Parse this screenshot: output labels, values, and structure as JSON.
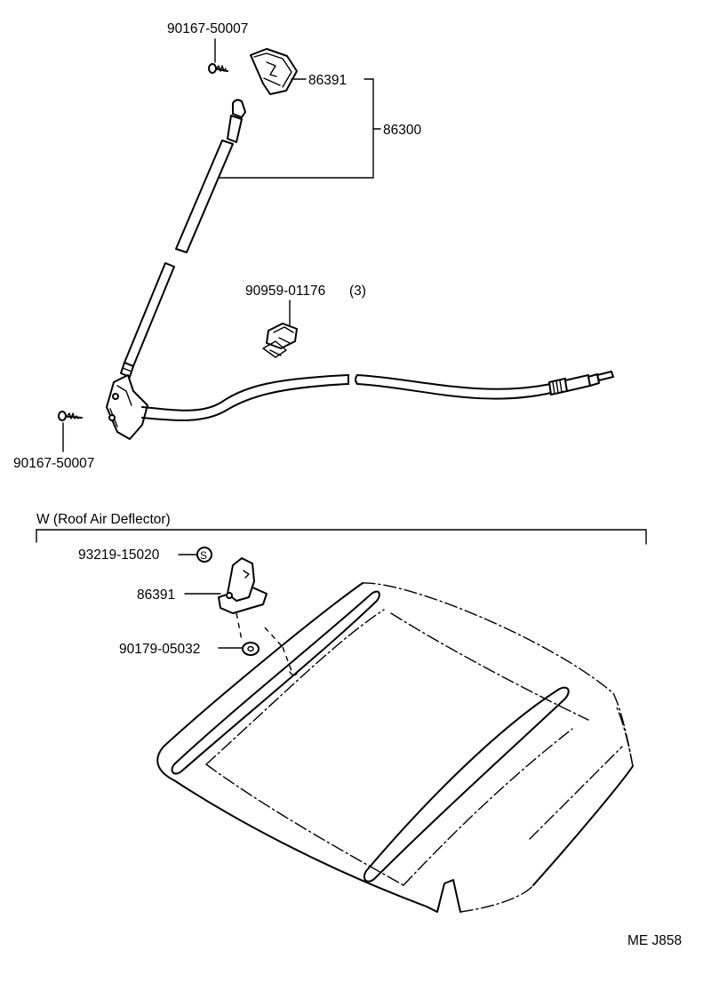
{
  "labels": {
    "bolt_top": "90167-50007",
    "holder_top": "86391",
    "antenna_assy": "86300",
    "clamp": "90959-01176",
    "clamp_qty": "(3)",
    "bolt_bottom": "90167-50007",
    "section_title": "W (Roof Air Deflector)",
    "spacer": "93219-15020",
    "spacer_symbol": "S",
    "holder_bottom": "86391",
    "nut": "90179-05032",
    "diagram_code": "ME J858"
  }
}
